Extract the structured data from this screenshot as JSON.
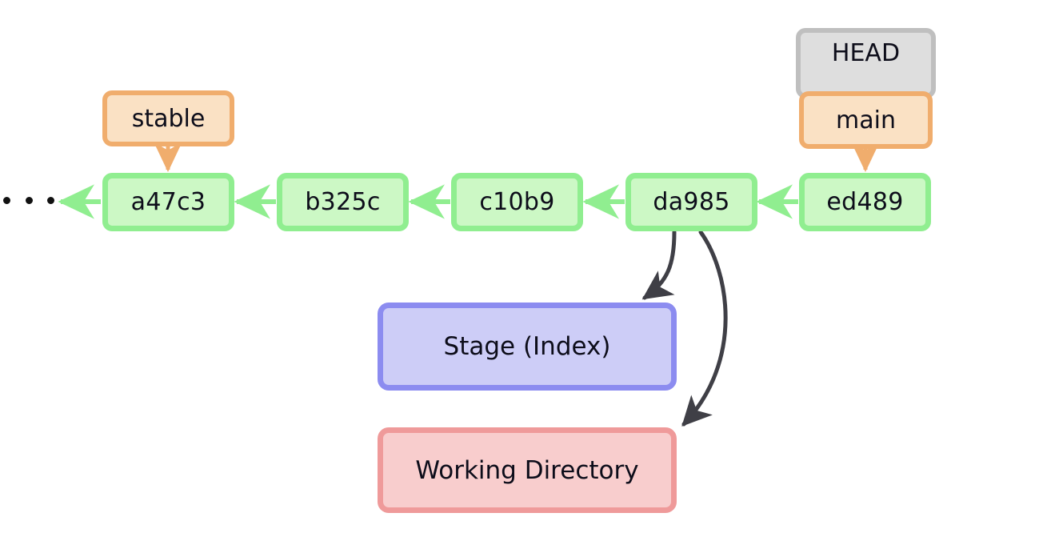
{
  "diagram": {
    "title": "Git commit graph with HEAD, branches, stage and working directory",
    "background": "#ffffff",
    "colors": {
      "commit_fill": "#ccf8c5",
      "commit_border": "#90ee90",
      "ref_fill": "#fae1c4",
      "ref_border": "#f0ad6d",
      "head_fill": "#dedede",
      "head_border": "#bfbfbf",
      "stage_fill": "#cdcdf7",
      "stage_border": "#8c8cf0",
      "workdir_fill": "#f8cdcd",
      "workdir_border": "#ef9a9a",
      "arrow_dark": "#3f3f46",
      "arrow_green": "#90ee90",
      "arrow_orange": "#f0ad6d",
      "text": "#0d0d1a"
    }
  },
  "commits": [
    {
      "id": "a47c3",
      "label": "a47c3"
    },
    {
      "id": "b325c",
      "label": "b325c"
    },
    {
      "id": "c10b9",
      "label": "c10b9"
    },
    {
      "id": "da985",
      "label": "da985"
    },
    {
      "id": "ed489",
      "label": "ed489"
    }
  ],
  "refs": {
    "stable": "stable",
    "main": "main",
    "head": "HEAD"
  },
  "areas": {
    "stage": "Stage (Index)",
    "working_directory": "Working Directory"
  },
  "ellipsis": "..."
}
